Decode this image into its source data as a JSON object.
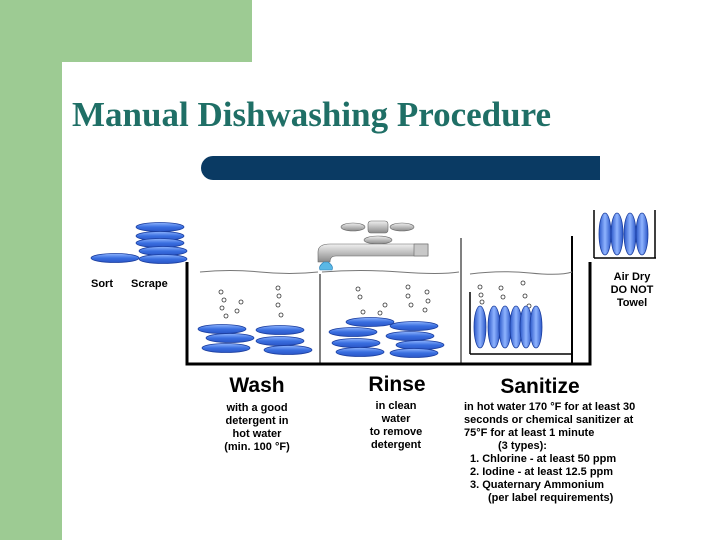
{
  "title": "Manual Dishwashing Procedure",
  "steps": {
    "sort": "Sort",
    "scrape": "Scrape",
    "wash": {
      "heading": "Wash",
      "lines": [
        "with a good",
        "detergent in",
        "hot water"
      ],
      "temp": "(min. 100 °F)"
    },
    "rinse": {
      "heading": "Rinse",
      "lines": [
        "in clean",
        "water",
        "to remove",
        "detergent"
      ]
    },
    "sanitize": {
      "heading": "Sanitize",
      "lines": [
        "in hot water 170 °F for at least 30",
        "seconds or chemical sanitizer at",
        "75°F for at least 1 minute",
        "(3 types):",
        "1.  Chlorine - at least 50 ppm",
        "2.  Iodine - at least 12.5 ppm",
        "3.  Quaternary Ammonium",
        "(per label requirements)"
      ]
    },
    "airdry": [
      "Air Dry",
      "DO NOT",
      "Towel"
    ]
  },
  "colors": {
    "accent_green": "#9dcb93",
    "title_teal": "#1f6f66",
    "bar_navy": "#0a3a63",
    "dish_blue": "#3a6fe0"
  }
}
